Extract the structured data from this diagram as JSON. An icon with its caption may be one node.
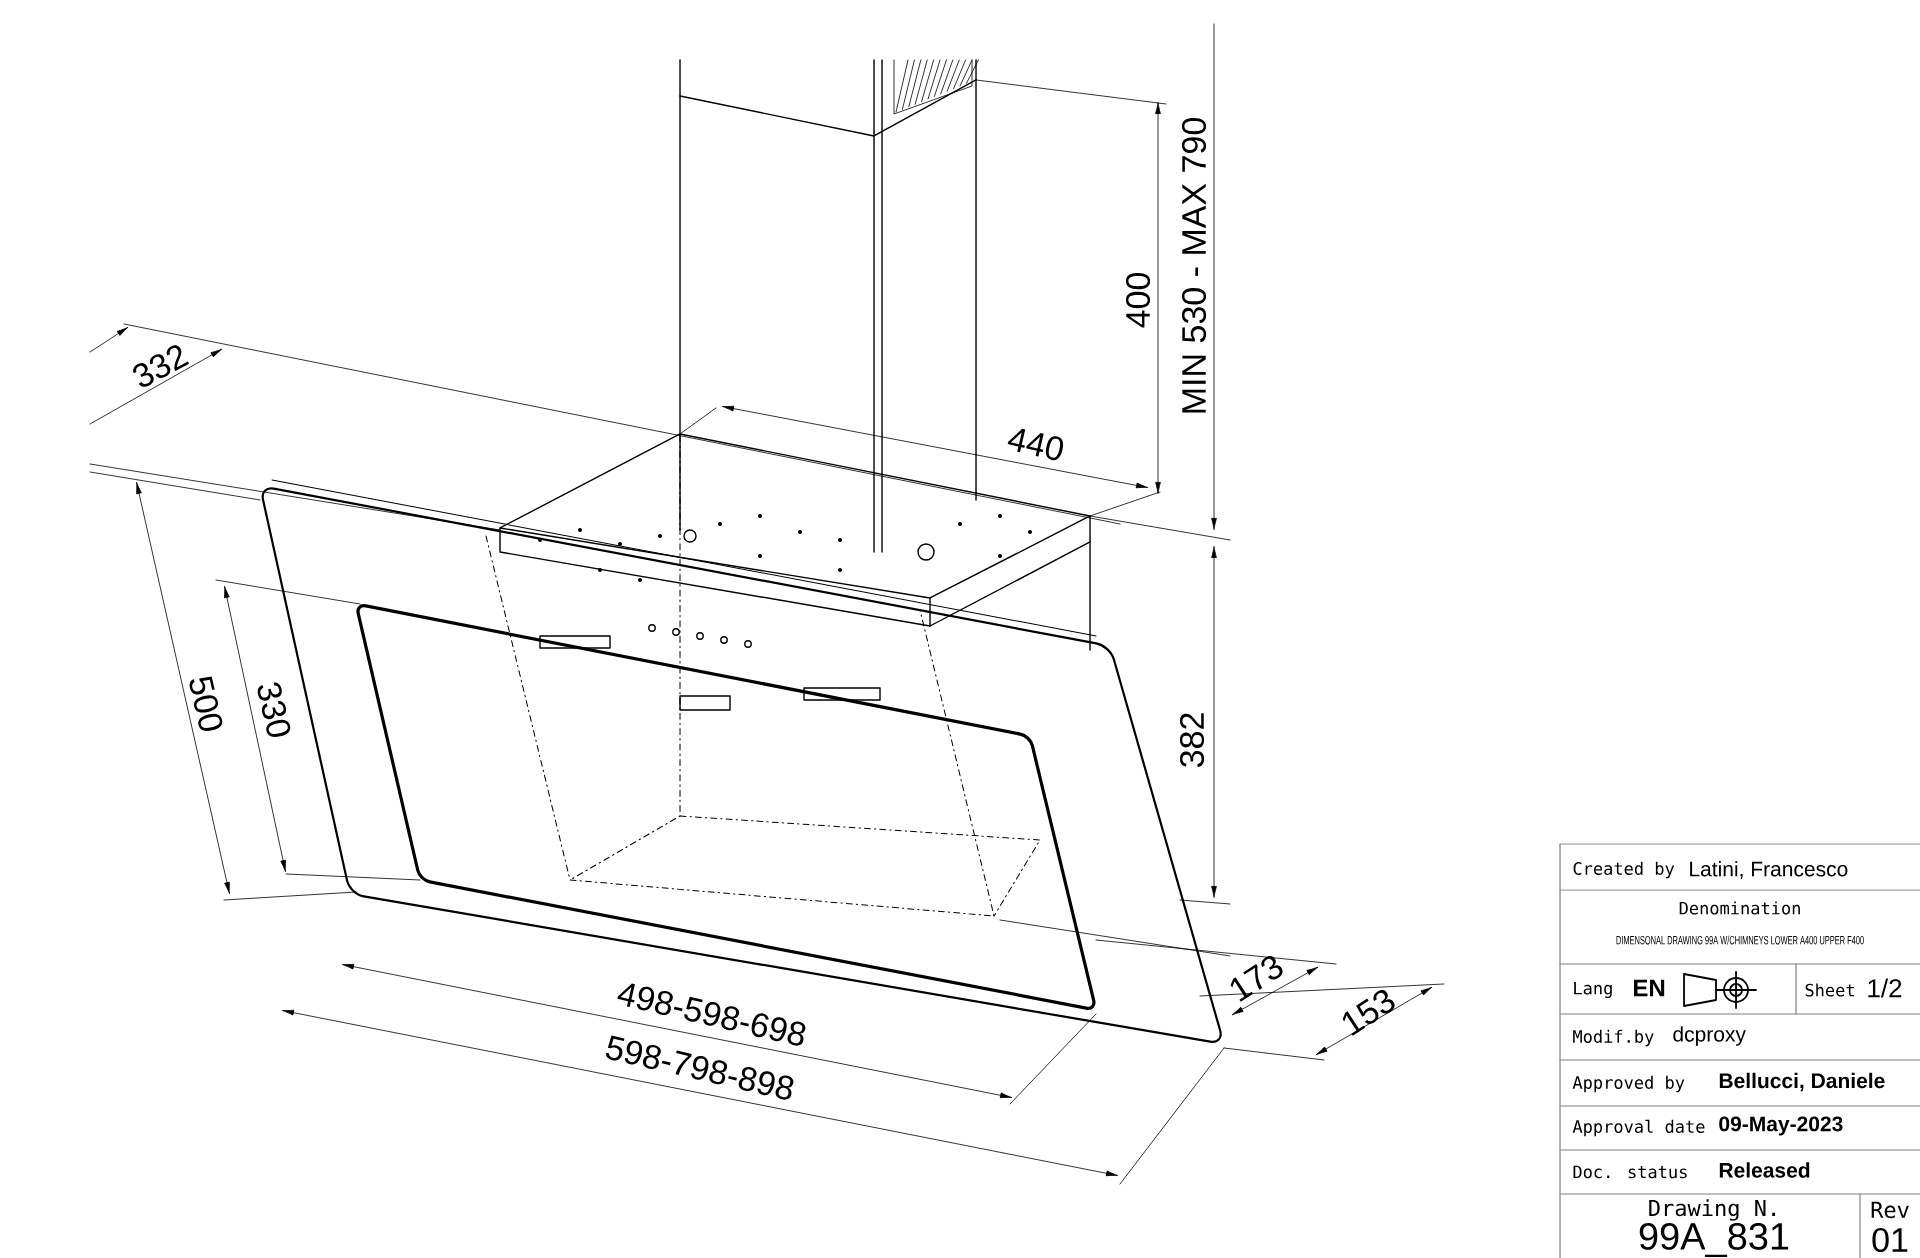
{
  "diagram": {
    "labels": [
      "332",
      "440",
      "400",
      "MIN 530 - MAX 790",
      "500",
      "330",
      "382",
      "173",
      "153",
      "498-598-698",
      "598-798-898",
      "Created by",
      "Latini, Francesco",
      "Denomination",
      "DIMENSONAL DRAWING 99A W/CHIMNEYS LOWER A400 UPPER F400",
      "Lang",
      "EN",
      "Sheet",
      "1/2",
      "Modif.by",
      "dcproxy",
      "Approved by",
      "Bellucci, Daniele",
      "Approval date",
      "09-May-2023",
      "Doc. status",
      "Released",
      "Drawing N.",
      "99A_831",
      "Rev",
      "01"
    ]
  }
}
